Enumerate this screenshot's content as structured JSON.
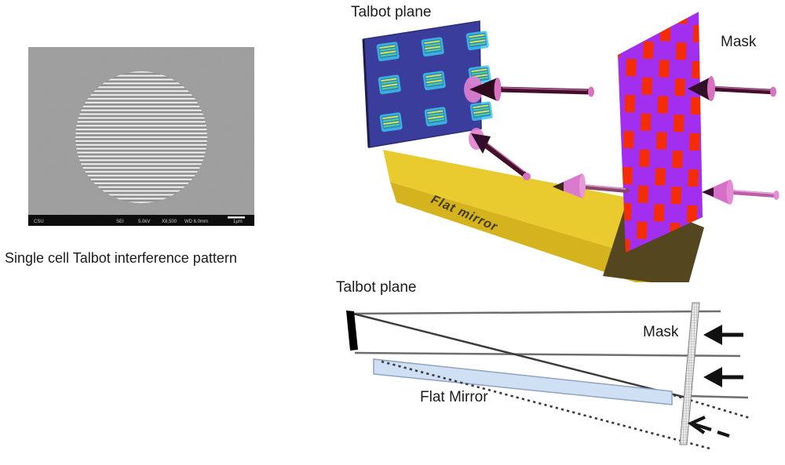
{
  "figure_sem": {
    "caption": "Single cell Talbot interference pattern",
    "info_bar": {
      "items": [
        "CSU",
        "SEI",
        "5.0kV",
        "X8,500",
        "WD 6.0mm",
        "1µm"
      ]
    }
  },
  "figure_3d": {
    "talbot_plane_label": "Talbot plane",
    "mask_label": "Mask",
    "mirror_label": "Flat mirror"
  },
  "figure_2d": {
    "talbot_plane_label": "Talbot plane",
    "mask_label": "Mask",
    "mirror_label": "Flat Mirror"
  },
  "colors": {
    "talbot_panel_blue": "#3b3d9c",
    "cell_cyan": "#3cc4ea",
    "mask_purple": "#a22ff0",
    "mask_red": "#f42d08",
    "mirror_yellow_top": "#e9ca2f",
    "mirror_yellow_front": "#d5b31f",
    "mirror_end_olive": "#54461e",
    "arrow_dark": "#441029",
    "arrow_pink": "#d873c2",
    "mirror_2d_fill": "#cfe0f4",
    "sem_background": "#9b9b9b"
  }
}
